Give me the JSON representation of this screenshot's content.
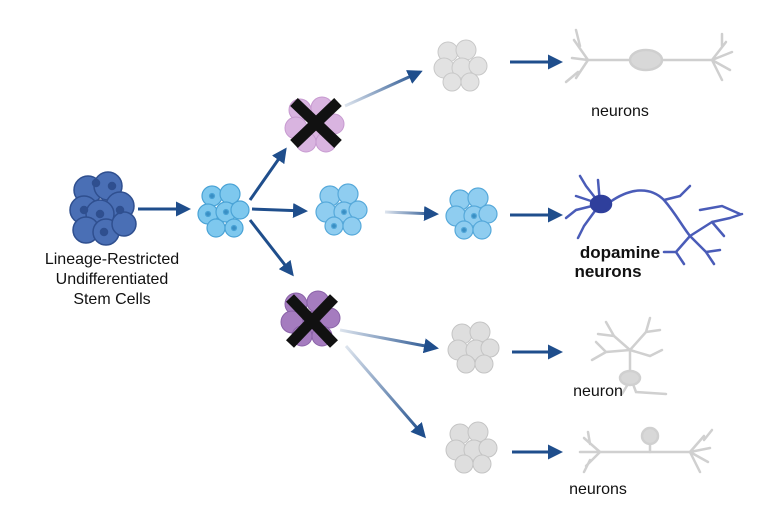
{
  "diagram": {
    "stem_label": [
      "Lineage-Restricted",
      "Undifferentiated",
      "Stem Cells"
    ],
    "outputs": {
      "top": "neurons",
      "middle": [
        "dopamine",
        "neurons"
      ],
      "lower": "neuron",
      "bottom": "neurons"
    },
    "colors": {
      "stem": "#4a6fb5",
      "progenitor": "#7ec8ee",
      "blocked_top": "#d9b4e0",
      "blocked_bottom": "#a57cbf",
      "arrow": "#1f4e8c",
      "faded": "#cfcfcf",
      "dopamine_neuron": "#4a5cb8",
      "cross": "#111111"
    },
    "icons": {
      "blocked": "cross-icon",
      "arrow": "arrow-icon"
    }
  }
}
